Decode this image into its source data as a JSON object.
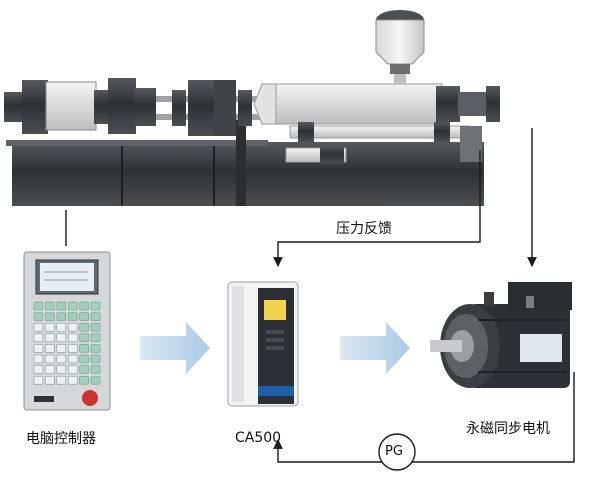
{
  "labels": {
    "pressure_feedback": "压力反馈",
    "controller": "电脑控制器",
    "drive": "CA500",
    "motor": "永磁同步电机",
    "encoder": "PG"
  },
  "controller_screen_text": "",
  "colors": {
    "machine_dark": "#3a3d40",
    "machine_mid": "#6b6f73",
    "arrow_fill": "#b9d4ea",
    "line": "#1a1a1a",
    "drive_accent": "#1f5fa8",
    "controller_body": "#cfd3d6",
    "key_green": "#9bd3b5",
    "key_red": "#d0312d"
  }
}
